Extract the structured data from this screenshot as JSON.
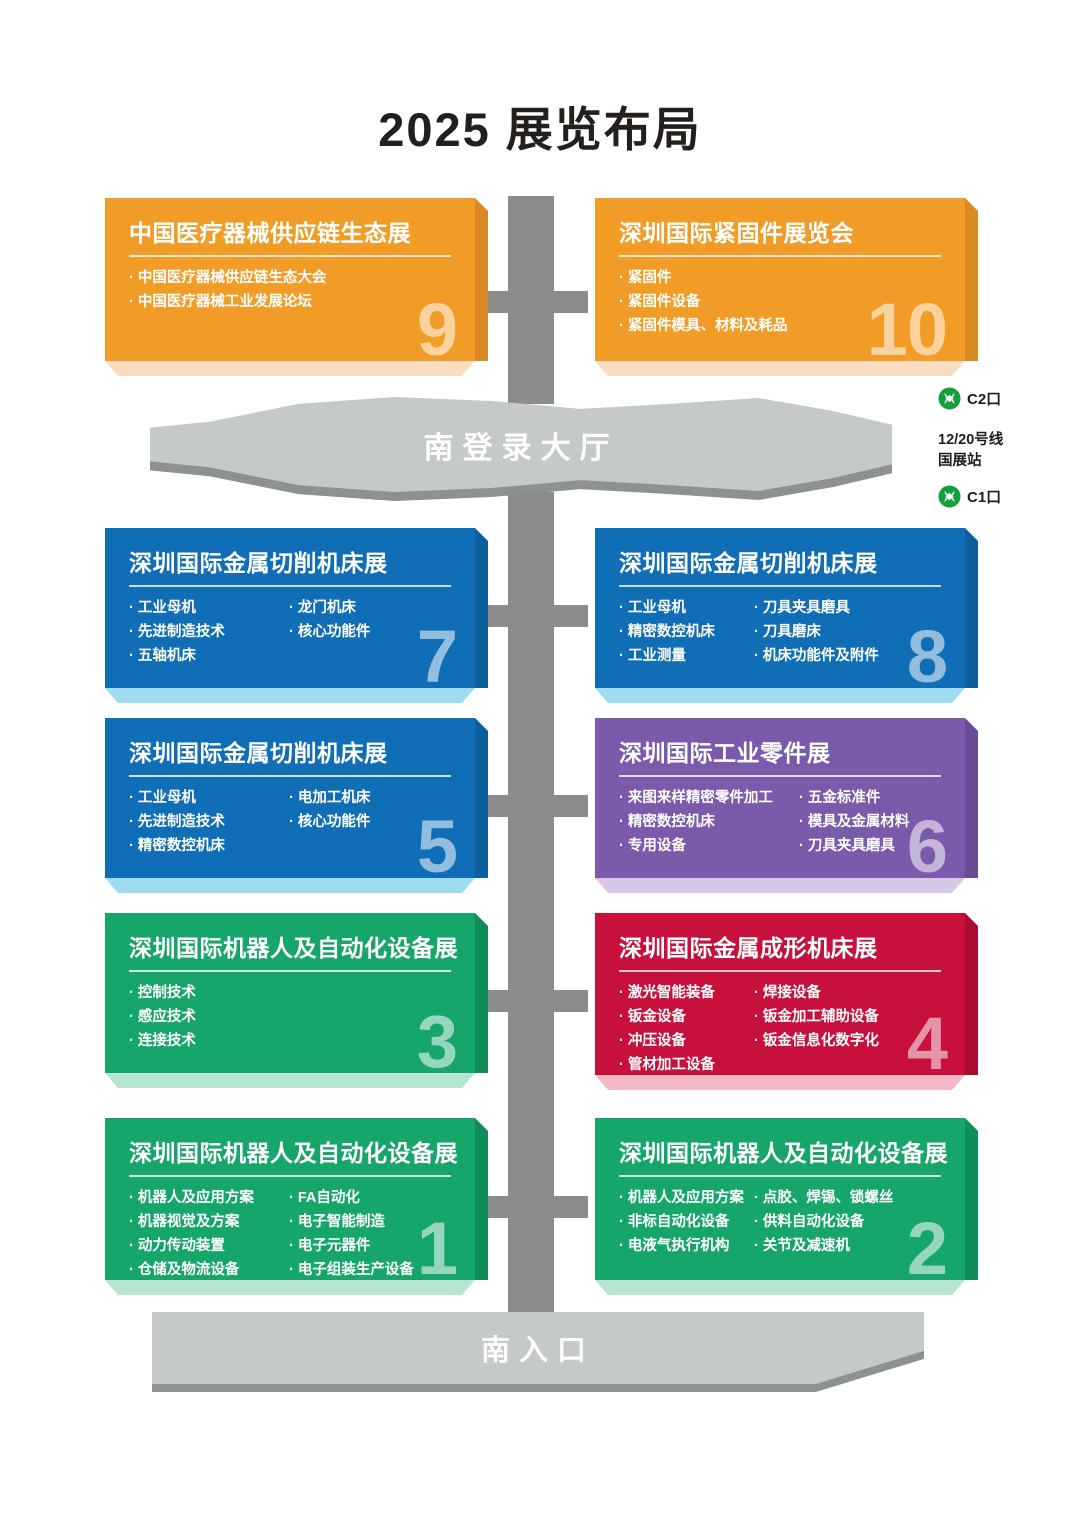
{
  "page": {
    "title": "2025 展览布局"
  },
  "lobby": {
    "label": "南登录大厅"
  },
  "entrance": {
    "label": "南入口"
  },
  "metro": {
    "exit_top": "C2口",
    "exit_bottom": "C1口",
    "line_1": "12/20号线",
    "line_2": "国展站",
    "icon_name": "metro-logo-icon",
    "icon_color": "#11a03b"
  },
  "halls": [
    {
      "number": "9",
      "title": "中国医疗器械供应链生态展",
      "color": "#f29c28",
      "bevel": "#d98a22",
      "reflect": "#fadcc0",
      "columns": [
        [
          "中国医疗器械供应链生态大会",
          "中国医疗器械工业发展论坛"
        ]
      ]
    },
    {
      "number": "10",
      "title": "深圳国际紧固件展览会",
      "color": "#f29c28",
      "bevel": "#d98a22",
      "reflect": "#fadcc0",
      "columns": [
        [
          "紧固件",
          "紧固件设备",
          "紧固件模具、材料及耗品"
        ]
      ]
    },
    {
      "number": "7",
      "title": "深圳国际金属切削机床展",
      "color": "#106eb6",
      "bevel": "#0d5e9c",
      "reflect": "#9fdcef",
      "columns": [
        [
          "工业母机",
          "先进制造技术",
          "五轴机床"
        ],
        [
          "龙门机床",
          "核心功能件"
        ]
      ]
    },
    {
      "number": "8",
      "title": "深圳国际金属切削机床展",
      "color": "#106eb6",
      "bevel": "#0d5e9c",
      "reflect": "#9fdcef",
      "columns": [
        [
          "工业母机",
          "精密数控机床",
          "工业测量"
        ],
        [
          "刀具夹具磨具",
          "刀具磨床",
          "机床功能件及附件"
        ]
      ]
    },
    {
      "number": "5",
      "title": "深圳国际金属切削机床展",
      "color": "#106eb6",
      "bevel": "#0d5e9c",
      "reflect": "#9fdcef",
      "columns": [
        [
          "工业母机",
          "先进制造技术",
          "精密数控机床"
        ],
        [
          "电加工机床",
          "核心功能件"
        ]
      ]
    },
    {
      "number": "6",
      "title": "深圳国际工业零件展",
      "color": "#7a5aab",
      "bevel": "#684c96",
      "reflect": "#d6c7e6",
      "columns": [
        [
          "来图来样精密零件加工",
          "精密数控机床",
          "专用设备"
        ],
        [
          "五金标准件",
          "模具及金属材料",
          "刀具夹具磨具"
        ]
      ]
    },
    {
      "number": "3",
      "title": "深圳国际机器人及自动化设备展",
      "color": "#16a66a",
      "bevel": "#0f8e5a",
      "reflect": "#b6e6cf",
      "columns": [
        [
          "控制技术",
          "感应技术",
          "连接技术"
        ]
      ]
    },
    {
      "number": "4",
      "title": "深圳国际金属成形机床展",
      "color": "#c8103c",
      "bevel": "#aa0c32",
      "reflect": "#f3b9c7",
      "columns": [
        [
          "激光智能装备",
          "钣金设备",
          "冲压设备",
          "管材加工设备"
        ],
        [
          "焊接设备",
          "钣金加工辅助设备",
          "钣金信息化数字化"
        ]
      ]
    },
    {
      "number": "1",
      "title": "深圳国际机器人及自动化设备展",
      "color": "#16a66a",
      "bevel": "#0f8e5a",
      "reflect": "#b6e6cf",
      "columns": [
        [
          "机器人及应用方案",
          "机器视觉及方案",
          "动力传动装置",
          "仓储及物流设备"
        ],
        [
          "FA自动化",
          "电子智能制造",
          "电子元器件",
          "电子组装生产设备"
        ]
      ]
    },
    {
      "number": "2",
      "title": "深圳国际机器人及自动化设备展",
      "color": "#16a66a",
      "bevel": "#0f8e5a",
      "reflect": "#b6e6cf",
      "columns": [
        [
          "机器人及应用方案",
          "非标自动化设备",
          "电液气执行机构"
        ],
        [
          "点胶、焊锡、锁螺丝",
          "供料自动化设备",
          "关节及减速机"
        ]
      ]
    }
  ]
}
